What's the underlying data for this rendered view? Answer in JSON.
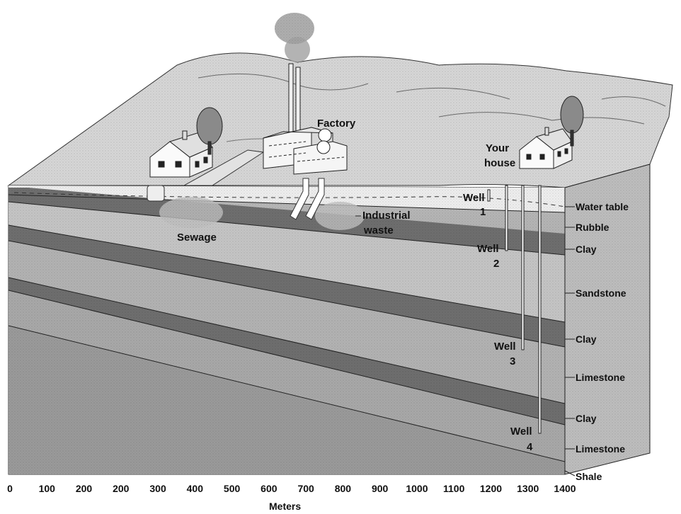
{
  "labels": {
    "factory": "Factory",
    "your_house_line1": "Your",
    "your_house_line2": "house",
    "sewage": "Sewage",
    "industrial_waste_line1": "Industrial",
    "industrial_waste_line2": "waste",
    "well1_line1": "Well",
    "well1_line2": "1",
    "well2_line1": "Well",
    "well2_line2": "2",
    "well3_line1": "Well",
    "well3_line2": "3",
    "well4_line1": "Well",
    "well4_line2": "4"
  },
  "strata": {
    "water_table": "Water table",
    "rubble": "Rubble",
    "clay1": "Clay",
    "sandstone": "Sandstone",
    "clay2": "Clay",
    "limestone1": "Limestone",
    "clay3": "Clay",
    "limestone2": "Limestone",
    "shale": "Shale"
  },
  "scale": {
    "ticks": [
      "0",
      "100",
      "200",
      "200",
      "300",
      "400",
      "500",
      "600",
      "700",
      "800",
      "900",
      "1000",
      "1100",
      "1200",
      "1300",
      "1400"
    ],
    "unit": "Meters"
  },
  "colors": {
    "surface": "#d8d8d8",
    "rubble": "#eeeeee",
    "clay": "#707070",
    "sandstone": "#c4c4c4",
    "limestone": "#b4b4b4",
    "shale": "#8c8c8c",
    "side_face": "#a8a8a8"
  }
}
